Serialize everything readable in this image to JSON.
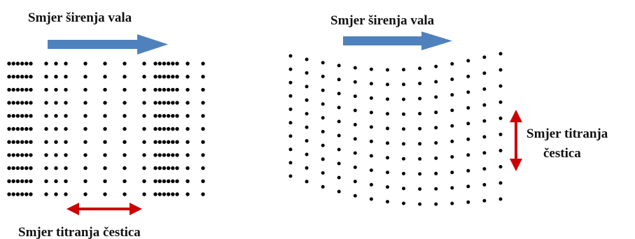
{
  "panels": {
    "longitudinal": {
      "propagation_label": "Smjer širenja vala",
      "oscillation_label": "Smjer titranja čestica"
    },
    "transverse": {
      "propagation_label": "Smjer širenja vala",
      "oscillation_label_line1": "Smjer titranja",
      "oscillation_label_line2": "čestica"
    }
  },
  "colors": {
    "propagation_arrow": "#4f81bd",
    "oscillation_arrow": "#cc0000",
    "particle": "#000000",
    "text": "#111111"
  }
}
